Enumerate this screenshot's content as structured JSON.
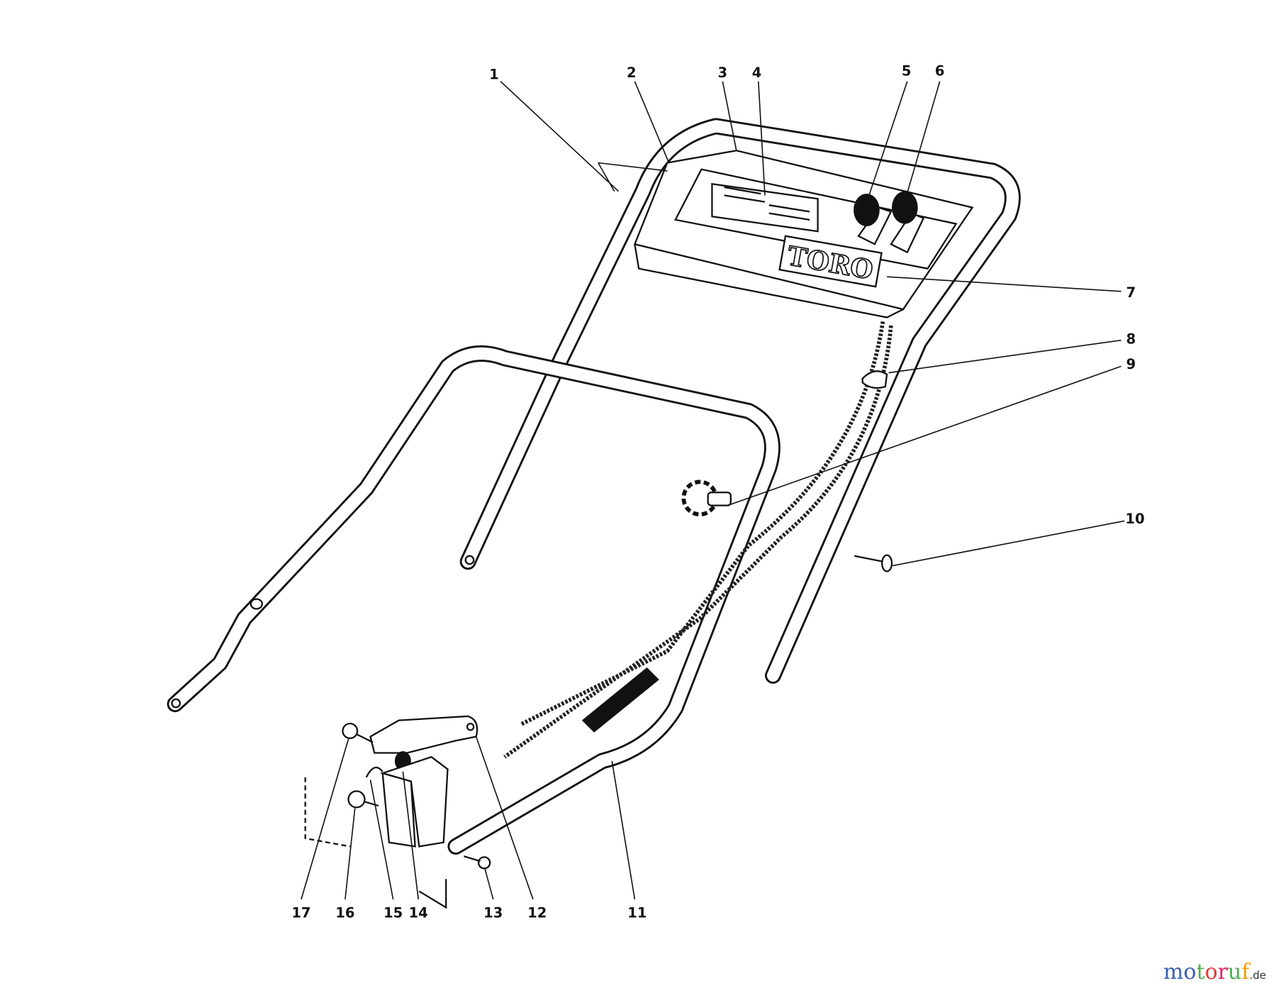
{
  "diagram": {
    "labels": [
      "1",
      "2",
      "3",
      "4",
      "5",
      "6",
      "7",
      "8",
      "9",
      "10",
      "11",
      "12",
      "13",
      "14",
      "15",
      "16",
      "17"
    ],
    "logo_text": "TORO",
    "watermark": {
      "main": "motoruf",
      "suffix": ".de",
      "letter_colors": [
        "#3a5fb0",
        "#3a5fb0",
        "#4caf50",
        "#e53935",
        "#e91e63",
        "#4caf50",
        "#ff9800",
        "#ffc107"
      ]
    }
  }
}
